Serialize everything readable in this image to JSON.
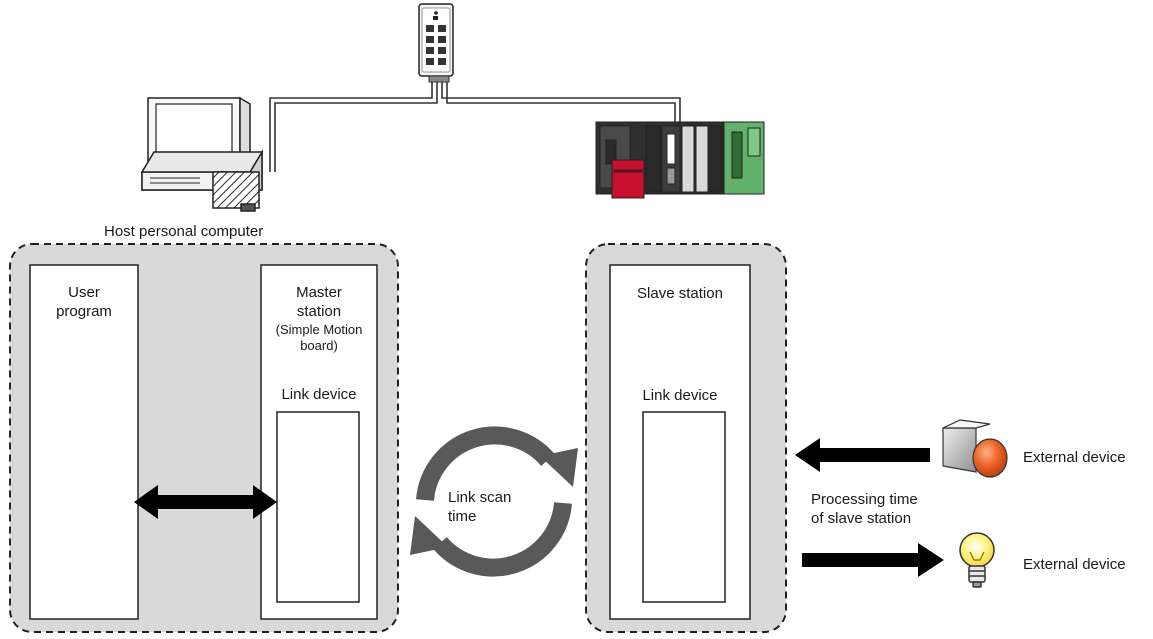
{
  "host_pc": {
    "label": "Host personal computer"
  },
  "user_program": {
    "label": "User\nprogram"
  },
  "master_station": {
    "title": "Master\nstation",
    "subtitle": "(Simple Motion\nboard)",
    "link_device_label": "Link device"
  },
  "link_scan": {
    "label": "Link scan\ntime"
  },
  "slave_station": {
    "title": "Slave station",
    "link_device_label": "Link device"
  },
  "processing": {
    "label": "Processing time\nof slave station"
  },
  "external_devices": [
    {
      "label": "External device",
      "icon": "push-button-icon",
      "direction": "input"
    },
    {
      "label": "External device",
      "icon": "lamp-icon",
      "direction": "output"
    }
  ],
  "colors": {
    "panel_fill": "#d9d9d9",
    "cycle_arrow": "#595959",
    "button_red": "#e35a1e",
    "lamp_yellow": "#fff27a",
    "plc_red": "#c8102e",
    "plc_green": "#63b26b"
  }
}
